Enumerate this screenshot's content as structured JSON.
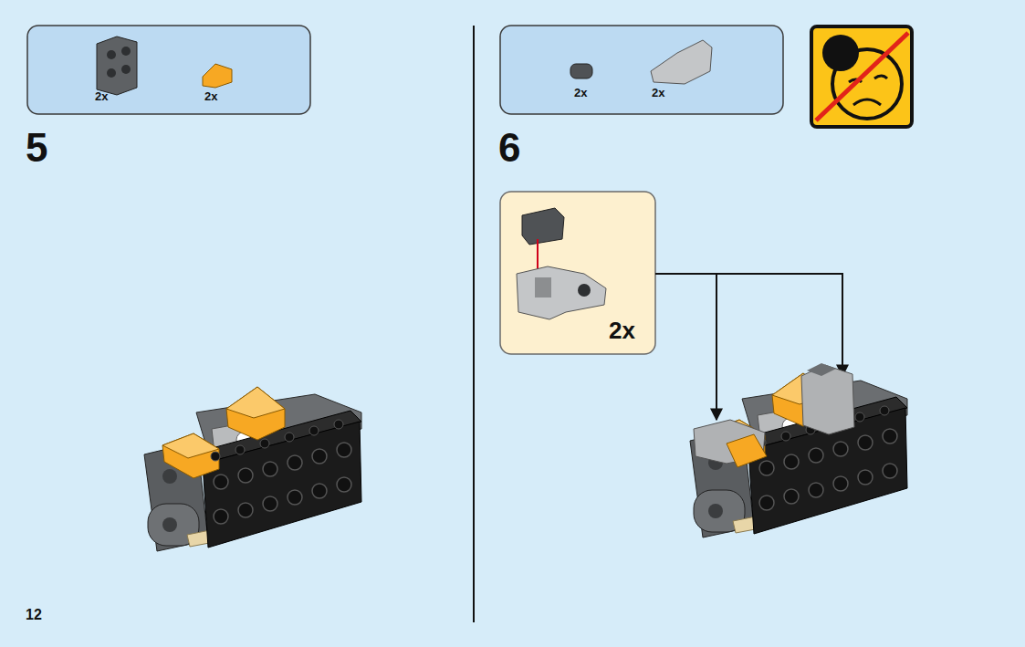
{
  "diagram": {
    "nodes": [
      {
        "text": [
          "2x",
          "2x"
        ]
      },
      {
        "text": [
          "2x",
          "2x"
        ]
      },
      {
        "text": [
          "2x"
        ]
      }
    ],
    "labels": [
      "5",
      "6",
      "12"
    ]
  }
}
